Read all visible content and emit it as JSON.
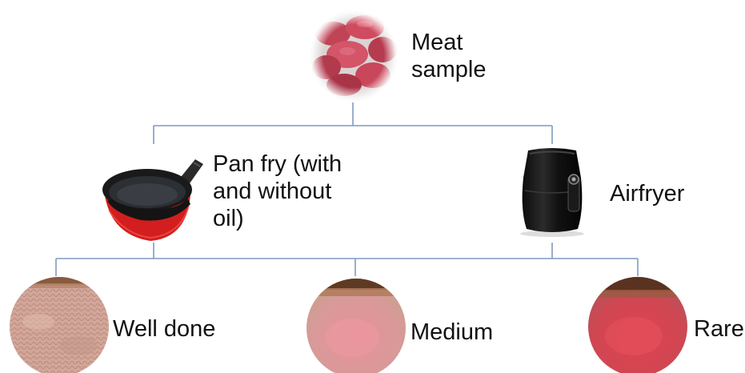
{
  "nodes": {
    "meat": {
      "label_line1": "Meat",
      "label_line2": "sample",
      "icon": "raw-meat-photo"
    },
    "pan": {
      "label_line1": "Pan fry (with",
      "label_line2": "and without",
      "label_line3": "oil)",
      "icon": "frying-pan-photo"
    },
    "airfryer": {
      "label": "Airfryer",
      "icon": "air-fryer-photo"
    },
    "well_done": {
      "label": "Well done",
      "icon": "well-done-steak-photo"
    },
    "medium": {
      "label": "Medium",
      "icon": "medium-steak-photo"
    },
    "rare": {
      "label": "Rare",
      "icon": "rare-steak-photo"
    }
  },
  "colors": {
    "connector": "#7f9cc0",
    "text": "#111111"
  }
}
